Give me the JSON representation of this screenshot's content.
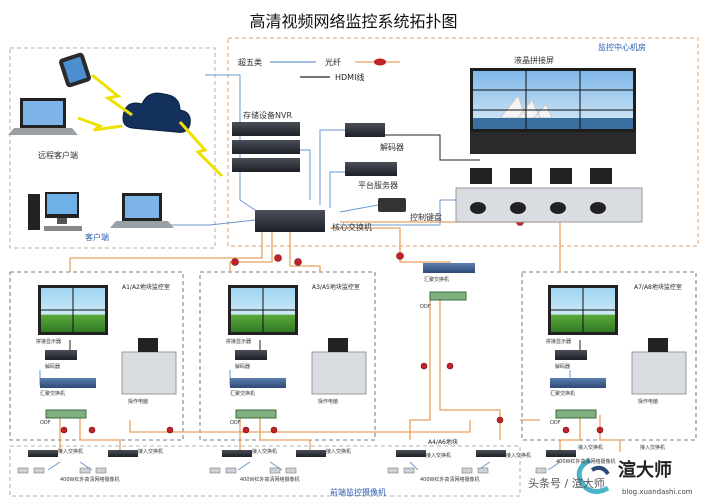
{
  "title": "高清视频网络监控系统拓扑图",
  "legend": {
    "cat5": "超五类",
    "fiber": "光纤",
    "hdmi": "HDMI线"
  },
  "zones": {
    "control_center": "监控中心机房",
    "remote": "远程客户端",
    "client": "客户端",
    "front": "前端监控摄像机"
  },
  "devices": {
    "nvr": "存储设备NVR",
    "decoder": "解码器",
    "platform": "平台服务器",
    "keyboard": "控制键盘",
    "core_switch": "核心交换机",
    "video_wall": "液晶拼接屏",
    "agg_switch_mid": "汇聚交换机",
    "odf_mid": "ODF"
  },
  "rooms": [
    {
      "title": "A1/A2地块监控室",
      "wall": "拼接显示器",
      "decoder": "解码器",
      "switch": "汇聚交换机",
      "console": "操作电脑",
      "odf": "ODF",
      "access": [
        "接入交换机",
        "接入交换机"
      ],
      "camera": "400W红外高清网络摄像机"
    },
    {
      "title": "A3/A5地块监控室",
      "wall": "拼接显示器",
      "decoder": "解码器",
      "switch": "汇聚交换机",
      "console": "操作电脑",
      "odf": "ODF",
      "access": [
        "接入交换机",
        "接入交换机"
      ],
      "camera": "400W红外高清网络摄像机"
    },
    {
      "title": "A7/A8地块监控室",
      "wall": "拼接显示器",
      "decoder": "解码器",
      "switch": "汇聚交换机",
      "console": "操作电脑",
      "odf": "ODF",
      "access": [
        "接入交换机",
        "接入交换机"
      ],
      "camera": "400W红外高清网络摄像机"
    }
  ],
  "a4a6": {
    "title": "A4/A6地块",
    "access": [
      "接入交换机",
      "接入交换机"
    ],
    "camera": "400W红外高清网络摄像机"
  },
  "watermark": {
    "brand": "渲大师",
    "source": "头条号 / 渲大师",
    "url": "blog.xuandashi.com"
  },
  "colors": {
    "fiber": "#e8a060",
    "cat5": "#6a98d0",
    "hdmi": "#222222",
    "dash": "#e8a060",
    "node": "#c0242a"
  }
}
